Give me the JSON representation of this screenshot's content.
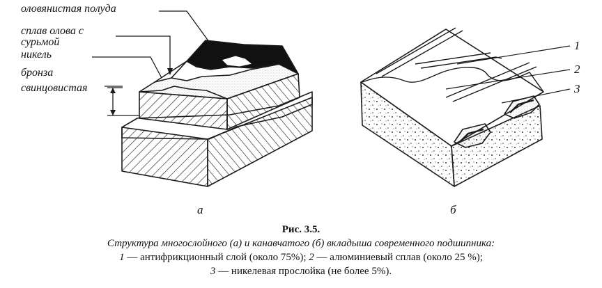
{
  "diagram_a": {
    "labels": [
      "оловянистая полуда",
      "сплав олова с",
      "сурьмой",
      "никель",
      "бронза",
      "свинцовистая"
    ],
    "panel_letter": "а"
  },
  "diagram_b": {
    "callouts": [
      "1",
      "2",
      "3"
    ],
    "panel_letter": "б"
  },
  "caption": {
    "title": "Рис. 3.5.",
    "subtitle": "Структура многослойного (а) и канавчатого (б) вкладыша современного подшипника:",
    "line1_num_a": "1",
    "line1_text_a": " — антифрикционный слой (около 75%); ",
    "line1_num_b": "2",
    "line1_text_b": " — алюминиевый сплав (около 25 %);",
    "line2_num": "3",
    "line2_text": " — никелевая прослойка (не более 5%)."
  },
  "colors": {
    "line": "#1a1a1a",
    "dark_fill": "#111111",
    "alloy_fill": "#efefef"
  }
}
